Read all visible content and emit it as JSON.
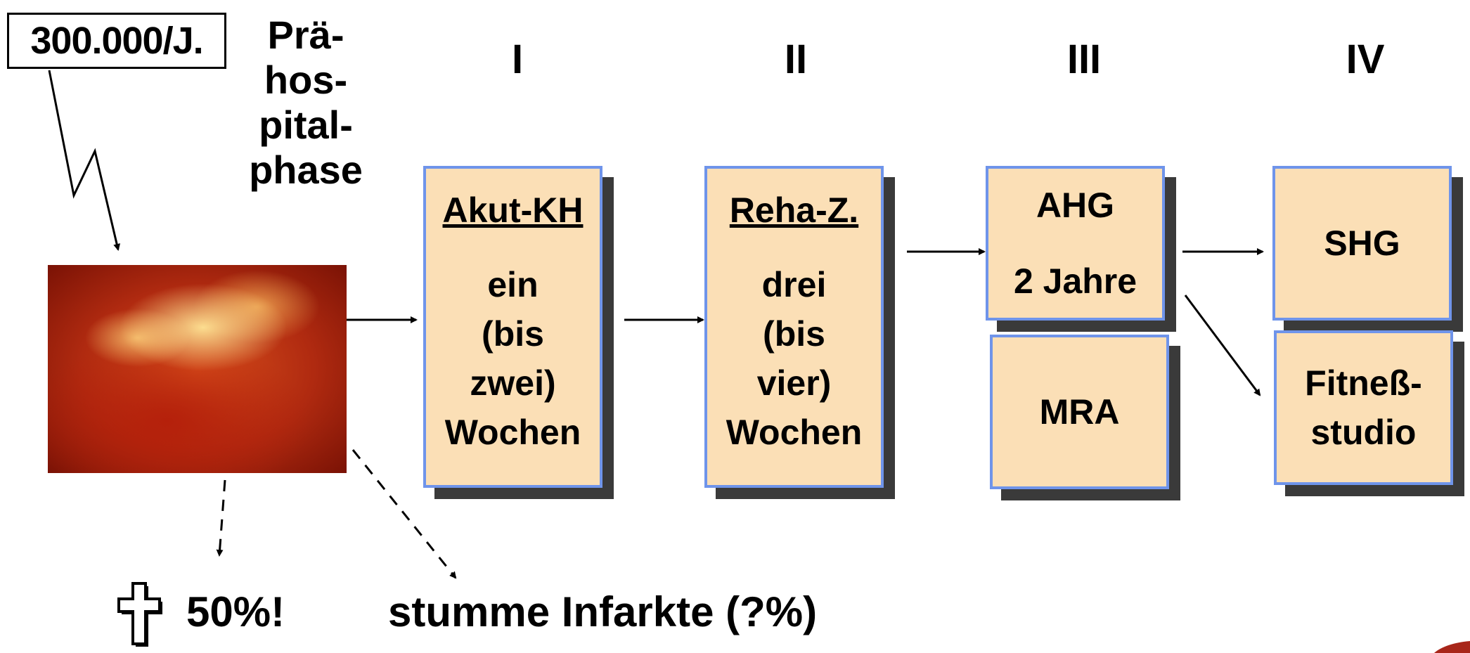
{
  "count_label": "300.000/J.",
  "prehospital_lines": [
    "Prä-",
    "hos-",
    "pital-",
    "phase"
  ],
  "phases": [
    {
      "roman": "I"
    },
    {
      "roman": "II"
    },
    {
      "roman": "III"
    },
    {
      "roman": "IV"
    }
  ],
  "cards": {
    "akut": {
      "title": "Akut-KH",
      "body": [
        "ein",
        "(bis",
        "zwei)",
        "Wochen"
      ]
    },
    "reha": {
      "title": "Reha-Z.",
      "body": [
        "drei",
        "(bis",
        "vier)",
        "Wochen"
      ]
    },
    "ahg": {
      "lines": [
        "AHG",
        "2 Jahre"
      ]
    },
    "mra": {
      "lines": [
        "MRA"
      ]
    },
    "shg": {
      "lines": [
        "SHG"
      ]
    },
    "fitness": {
      "lines": [
        "Fitneß-",
        "studio"
      ]
    }
  },
  "mortality": {
    "value": "50%!",
    "icon": "cross-icon"
  },
  "silent_infarcts": "stumme Infarkte (?%)",
  "photo": {
    "icon": "infarct-photo"
  },
  "colors": {
    "card_fill": "#fbdfb6",
    "card_border": "#6f94ea",
    "card_shadow": "#3a3a3a"
  }
}
